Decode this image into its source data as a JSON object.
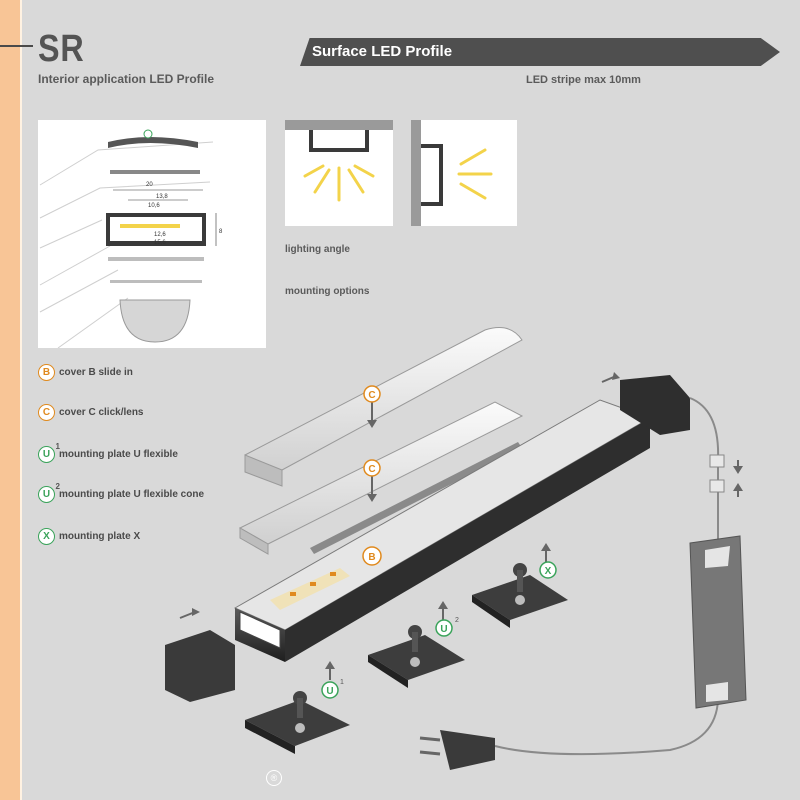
{
  "header": {
    "brand": "SR",
    "subtitle": "Interior application LED Profile",
    "banner_title": "Surface LED Profile",
    "stripe_note": "LED stripe max 10mm"
  },
  "diagram": {
    "dim_top": "20",
    "dim_u": "13,8",
    "dim_inner": "10,6",
    "dim_height": "8",
    "dim_c1": "12,6",
    "dim_c2": "15,6"
  },
  "captions": {
    "lighting_angle": "lighting angle",
    "mounting_options": "mounting options"
  },
  "legend": [
    {
      "badge": "B",
      "sup": "",
      "color": "orange",
      "label": "cover B slide in"
    },
    {
      "badge": "C",
      "sup": "",
      "color": "orange",
      "label": "cover C click/lens"
    },
    {
      "badge": "U",
      "sup": "1",
      "color": "green",
      "label": "mounting plate U flexible"
    },
    {
      "badge": "U",
      "sup": "2",
      "color": "green",
      "label": "mounting plate U flexible cone"
    },
    {
      "badge": "X",
      "sup": "",
      "color": "green",
      "label": "mounting plate X"
    }
  ],
  "scene_labels": {
    "c_top": "C",
    "c_mid": "C",
    "b_mid": "B",
    "x_plate": "X",
    "u2_plate": "U",
    "u2_sup": "2",
    "u1_plate": "U",
    "u1_sup": "1"
  },
  "footer": {
    "registered": "®"
  },
  "colors": {
    "accent_orange": "#e08a1e",
    "accent_green": "#3aa35a",
    "banner_bg": "#4f4f4f",
    "page_bg": "#d9d9d9",
    "side_strip": "#f8c596",
    "light_rays": "#f3d34a"
  }
}
